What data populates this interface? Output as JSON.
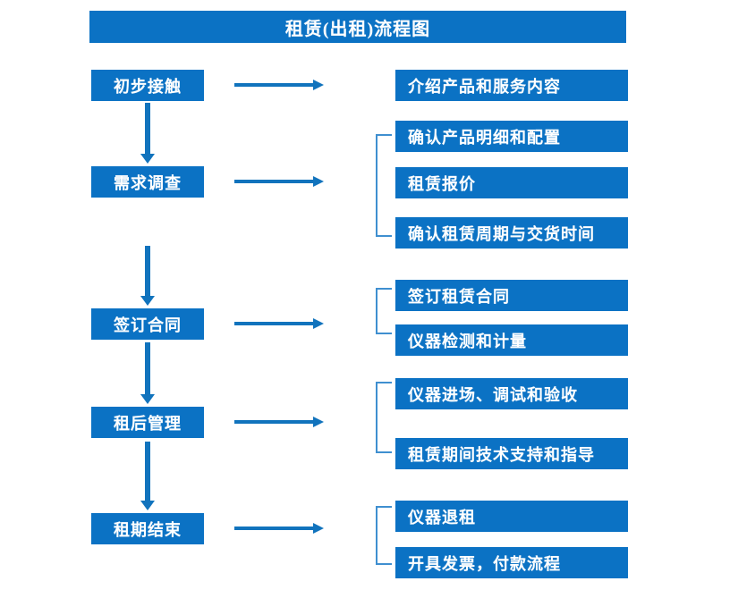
{
  "diagram": {
    "title": "租赁(出租)流程图",
    "accent_color": "#0b72c4",
    "arrow_color": "#1173bd",
    "bracket_color": "#3f8fd0",
    "text_color": "#ffffff",
    "background_color": "#ffffff"
  },
  "stages": [
    {
      "id": "stage-1",
      "label": "初步接触"
    },
    {
      "id": "stage-2",
      "label": "需求调查"
    },
    {
      "id": "stage-3",
      "label": "签订合同"
    },
    {
      "id": "stage-4",
      "label": "租后管理"
    },
    {
      "id": "stage-5",
      "label": "租期结束"
    }
  ],
  "details": [
    {
      "id": "detail-1-1",
      "label": "介绍产品和服务内容"
    },
    {
      "id": "detail-2-1",
      "label": "确认产品明细和配置"
    },
    {
      "id": "detail-2-2",
      "label": "租赁报价"
    },
    {
      "id": "detail-2-3",
      "label": "确认租赁周期与交货时间"
    },
    {
      "id": "detail-3-1",
      "label": "签订租赁合同"
    },
    {
      "id": "detail-3-2",
      "label": "仪器检测和计量"
    },
    {
      "id": "detail-4-1",
      "label": "仪器进场、调试和验收"
    },
    {
      "id": "detail-4-2",
      "label": "租赁期间技术支持和指导"
    },
    {
      "id": "detail-5-1",
      "label": "仪器退租"
    },
    {
      "id": "detail-5-2",
      "label": "开具发票，付款流程"
    }
  ]
}
